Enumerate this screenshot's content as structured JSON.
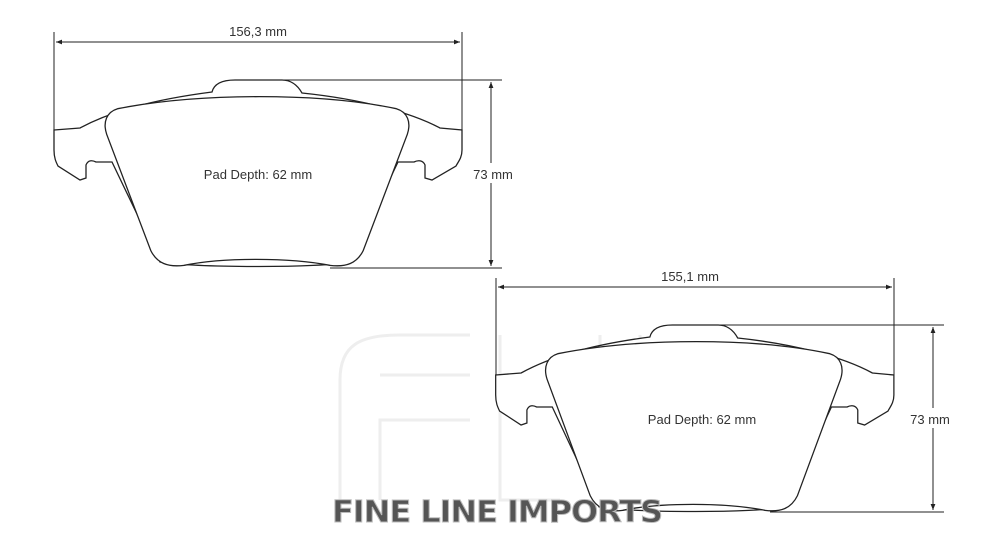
{
  "diagram": {
    "top_pad": {
      "width_label": "156,3 mm",
      "height_label": "73 mm",
      "depth_label": "Pad Depth: 62 mm"
    },
    "bottom_pad": {
      "width_label": "155,1 mm",
      "height_label": "73 mm",
      "depth_label": "Pad Depth: 62 mm"
    },
    "watermark": {
      "text": "FINE LINE IMPORTS",
      "monogram": "FLI"
    },
    "colors": {
      "line": "#222222",
      "watermark": "#555555"
    }
  }
}
